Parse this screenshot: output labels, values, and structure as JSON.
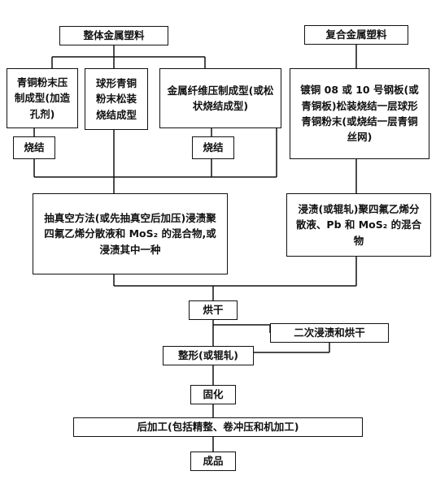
{
  "nodes": {
    "monolithic": "整体金属塑料",
    "composite": "复合金属塑料",
    "bronze_pressed": "青铜粉末压制成型(加造孔剂)",
    "spherical_sintered": "球形青铜粉末松装烧结成型",
    "fiber_pressed": "金属纤维压制成型(或松状烧结成型)",
    "copper_plate": "镀铜 08 或 10 号钢板(或青铜板)松装烧结一层球形青铜粉末(或烧结一层青铜丝网)",
    "sinter_left": "烧结",
    "sinter_right": "烧结",
    "vacuum_impregnate": "抽真空方法(或先抽真空后加压)浸渍聚四氟乙烯分散液和 MoS₂ 的混合物,或浸渍其中一种",
    "impregnate_rolling": "浸渍(或辊轧)聚四氟乙烯分散液、Pb 和 MoS₂ 的混合物",
    "dry": "烘干",
    "second_impregnate": "二次浸渍和烘干",
    "shaping": "整形(或辊轧)",
    "curing": "固化",
    "post_processing": "后加工(包括精整、卷冲压和机加工)",
    "product": "成品"
  }
}
